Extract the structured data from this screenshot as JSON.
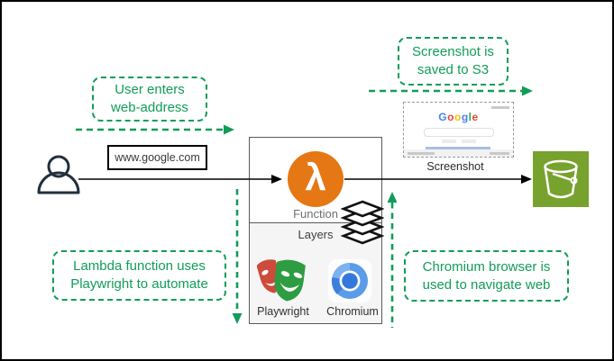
{
  "diagram": {
    "callouts": {
      "user_enters": "User enters\nweb-address",
      "screenshot_saved": "Screenshot is\nsaved to S3",
      "lambda_playwright": "Lambda function uses\nPlaywright to automate",
      "chromium_navigate": "Chromium browser is\nused to navigate web"
    },
    "user_input": "www.google.com",
    "screenshot_arrow_label": "Screenshot",
    "lambda_box": {
      "lambda_glyph": "λ",
      "function_label": "Function",
      "layers_label": "Layers",
      "playwright_label": "Playwright",
      "chromium_label": "Chromium"
    },
    "thumbnail": {
      "logo_letters": [
        "G",
        "o",
        "o",
        "g",
        "l",
        "e"
      ],
      "logo_colors": [
        "#4285F4",
        "#EA4335",
        "#FBBC05",
        "#4285F4",
        "#34A853",
        "#EA4335"
      ]
    },
    "colors": {
      "accent_green": "#119d58",
      "lambda_orange": "#e57714",
      "s3_green": "#77a22d",
      "person_navy": "#232f3e"
    }
  }
}
